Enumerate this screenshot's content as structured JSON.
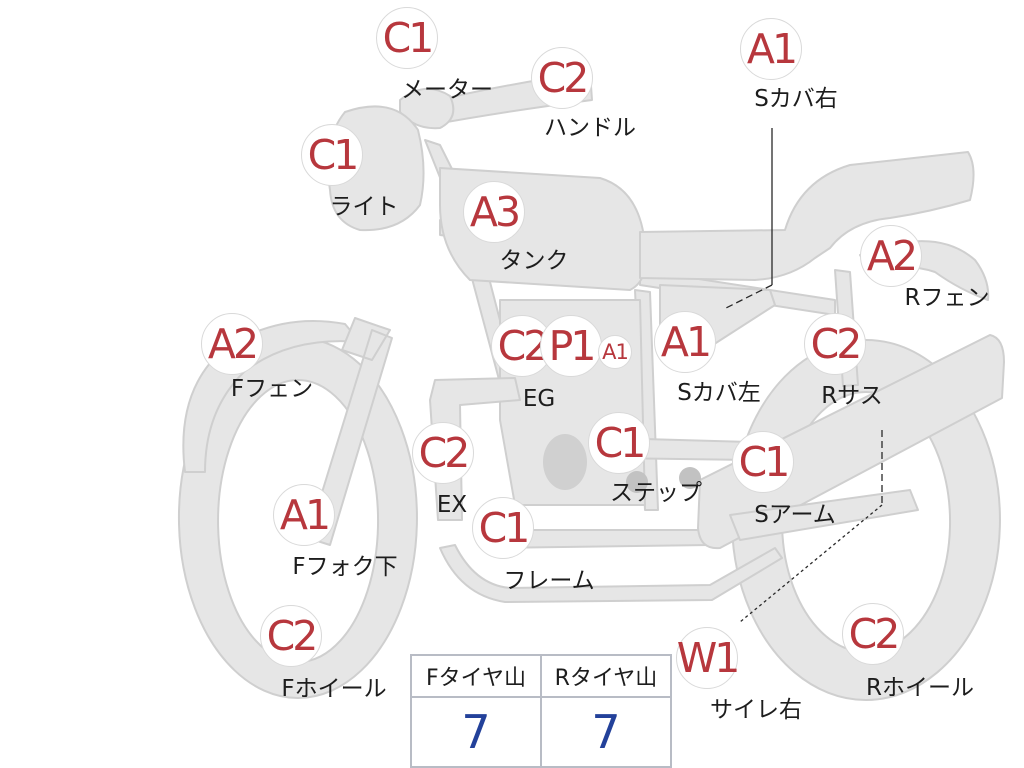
{
  "parts": [
    {
      "id": "meter",
      "grade": "C1",
      "label": "メーター"
    },
    {
      "id": "handle",
      "grade": "C2",
      "label": "ハンドル"
    },
    {
      "id": "side-cover-right",
      "grade": "A1",
      "label": "Sカバ右"
    },
    {
      "id": "light",
      "grade": "C1",
      "label": "ライト"
    },
    {
      "id": "tank",
      "grade": "A3",
      "label": "タンク"
    },
    {
      "id": "rear-fender",
      "grade": "A2",
      "label": "Rフェン"
    },
    {
      "id": "front-fender",
      "grade": "A2",
      "label": "Fフェン"
    },
    {
      "id": "engine",
      "grade": "C2",
      "label": "EG"
    },
    {
      "id": "engine-p1",
      "grade": "P1",
      "label": ""
    },
    {
      "id": "engine-a1",
      "grade": "A1",
      "label": ""
    },
    {
      "id": "side-cover-left",
      "grade": "A1",
      "label": "Sカバ左"
    },
    {
      "id": "rear-suspension",
      "grade": "C2",
      "label": "Rサス"
    },
    {
      "id": "exhaust",
      "grade": "C2",
      "label": "EX"
    },
    {
      "id": "step",
      "grade": "C1",
      "label": "ステップ"
    },
    {
      "id": "swing-arm",
      "grade": "C1",
      "label": "Sアーム"
    },
    {
      "id": "front-fork-lower",
      "grade": "A1",
      "label": "Fフォク下"
    },
    {
      "id": "frame",
      "grade": "C1",
      "label": "フレーム"
    },
    {
      "id": "front-wheel",
      "grade": "C2",
      "label": "Fホイール"
    },
    {
      "id": "silencer-right",
      "grade": "W1",
      "label": "サイレ右"
    },
    {
      "id": "rear-wheel",
      "grade": "C2",
      "label": "Rホイール"
    }
  ],
  "tire_table": {
    "headers": [
      "Fタイヤ山",
      "Rタイヤ山"
    ],
    "values": [
      "7",
      "7"
    ]
  },
  "colors": {
    "grade_text": "#b7373d",
    "bike_fill": "#e6e6e6",
    "bike_outline": "#d2d2d2",
    "tire_value": "#23419a"
  }
}
